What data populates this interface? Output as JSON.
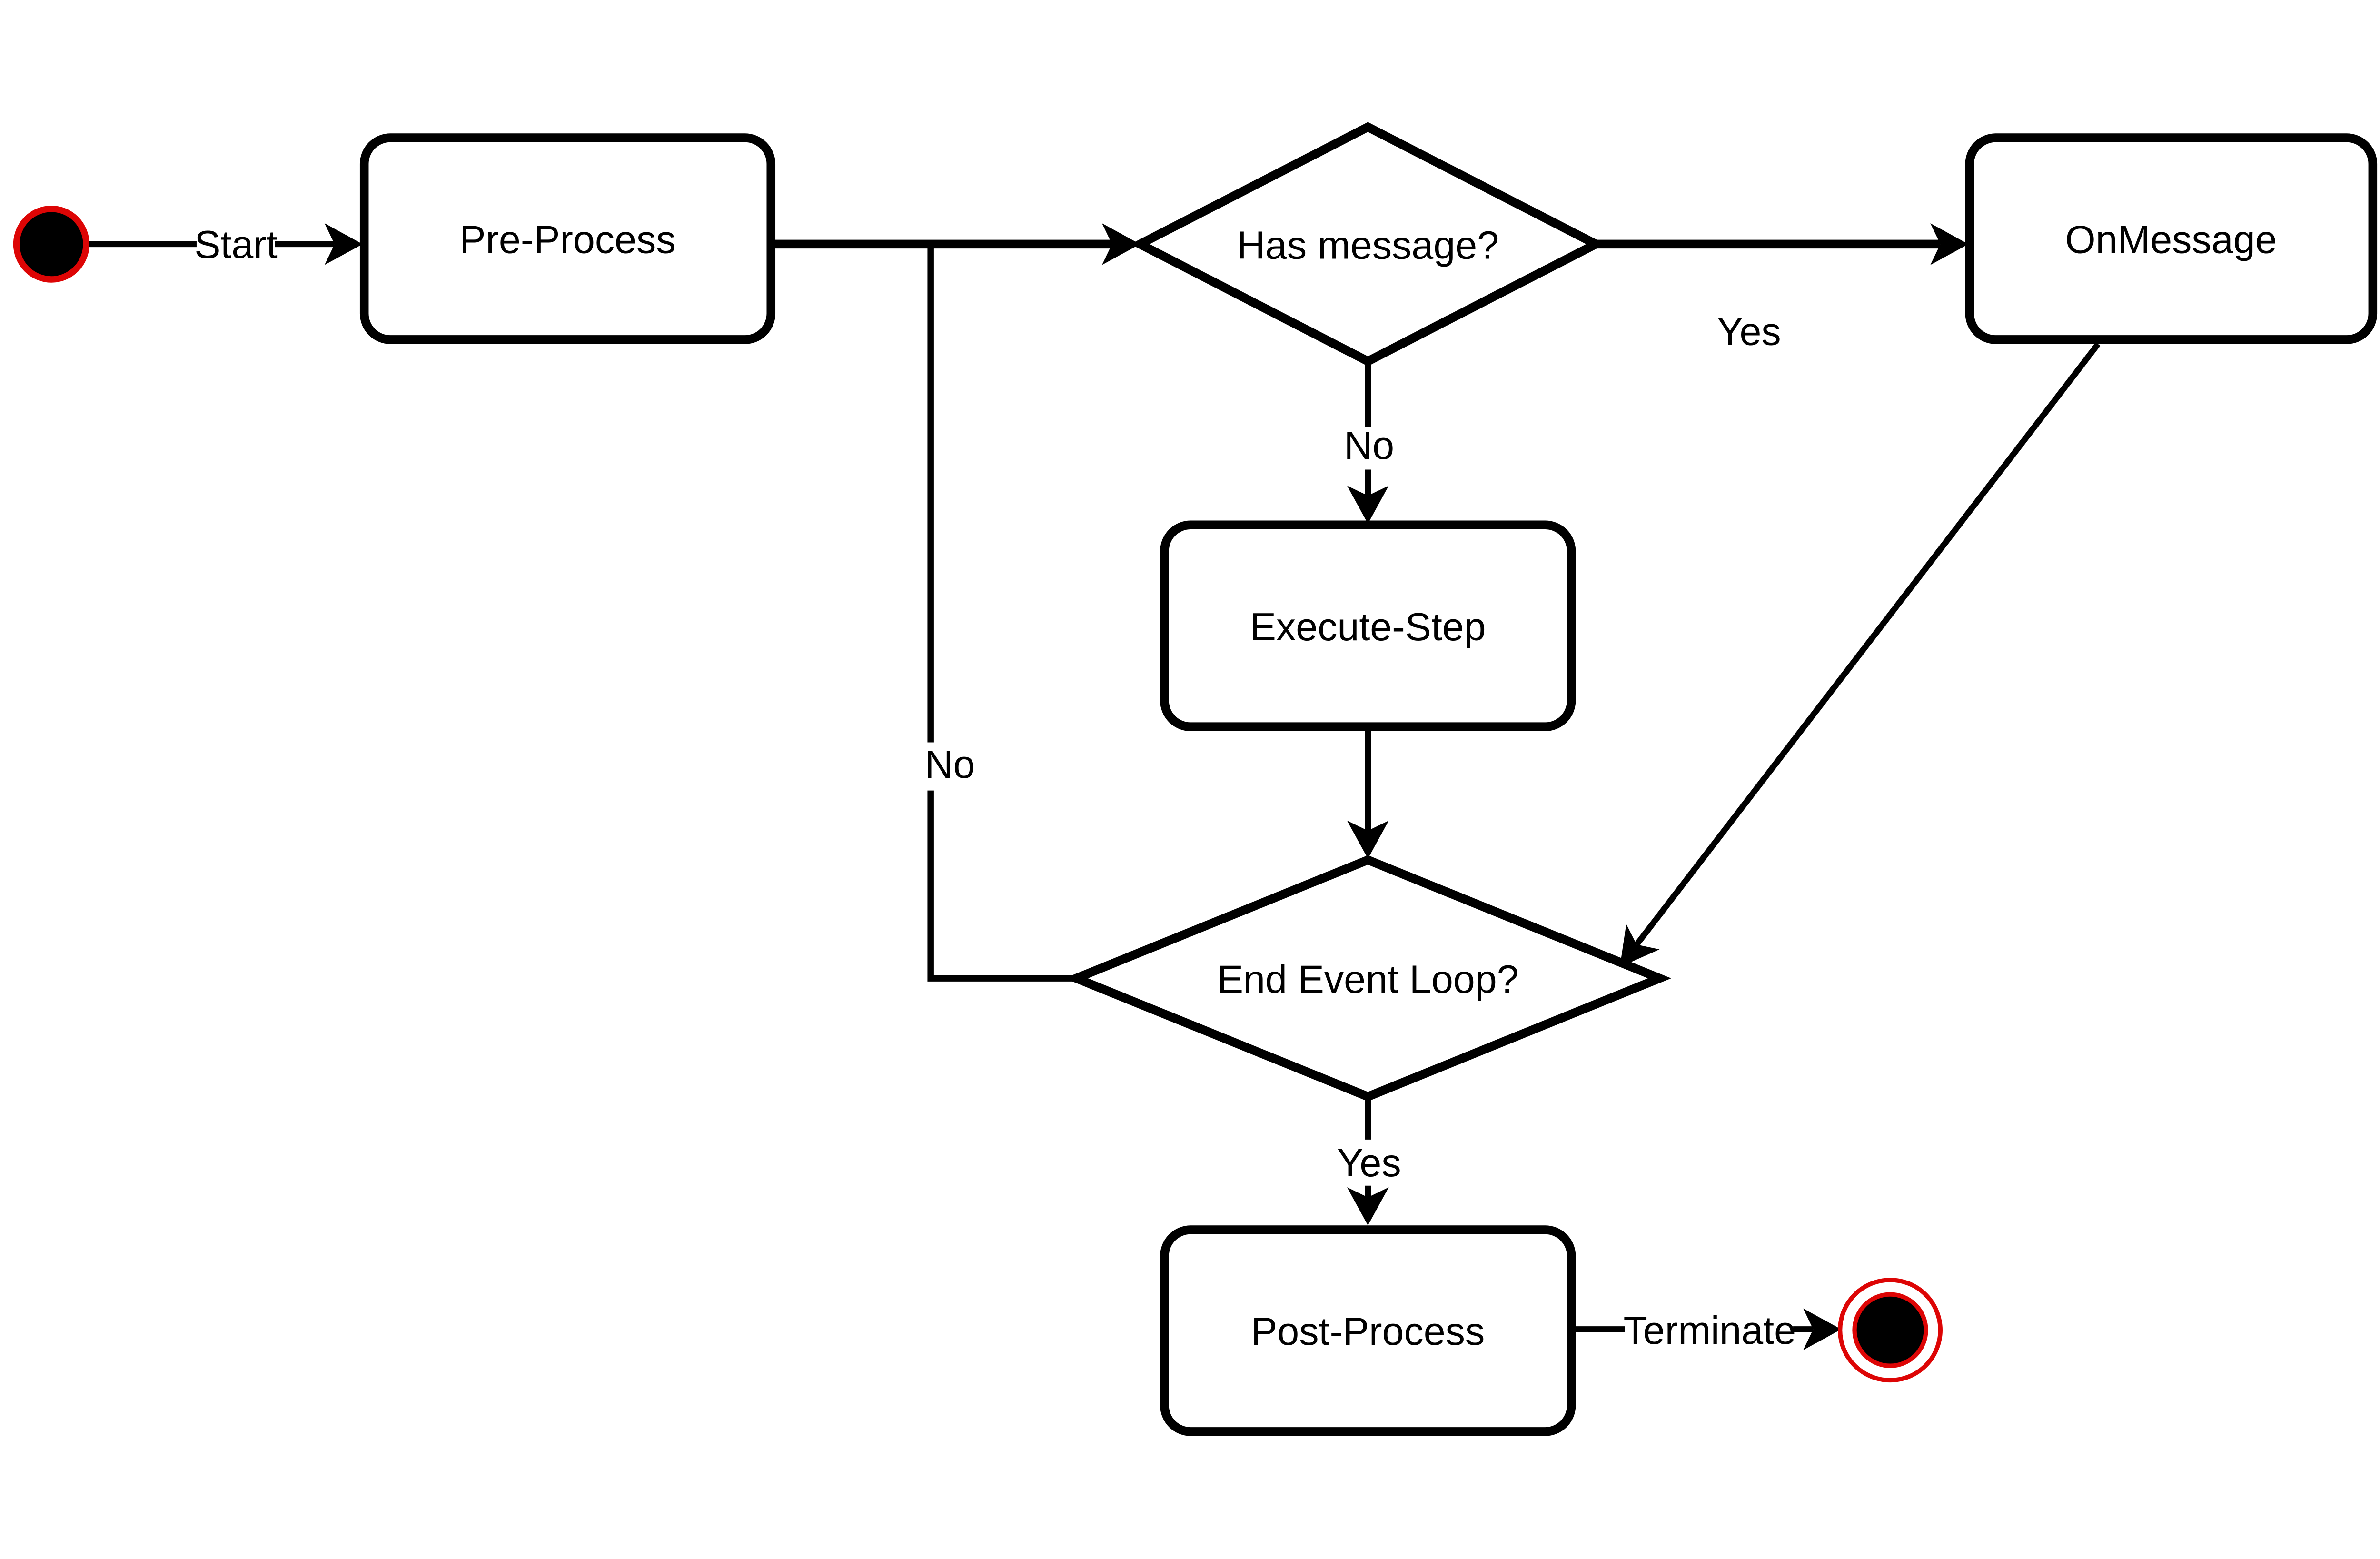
{
  "diagram": {
    "type": "uml-activity-flowchart",
    "background": "#ffffff",
    "colors": {
      "line": "#000000",
      "node_fill": "#ffffff",
      "accent": "#dd0505"
    },
    "nodes": {
      "start": {
        "kind": "initial-state",
        "label": ""
      },
      "pre_process": {
        "kind": "action",
        "label": "Pre-Process"
      },
      "has_message": {
        "kind": "decision",
        "label": "Has message?"
      },
      "on_message": {
        "kind": "action",
        "label": "OnMessage"
      },
      "execute_step": {
        "kind": "action",
        "label": "Execute-Step"
      },
      "end_event_loop": {
        "kind": "decision",
        "label": "End Event Loop?"
      },
      "post_process": {
        "kind": "action",
        "label": "Post-Process"
      },
      "end": {
        "kind": "final-state",
        "label": ""
      }
    },
    "edges": [
      {
        "from": "start",
        "to": "pre_process",
        "label": "Start"
      },
      {
        "from": "pre_process",
        "to": "has_message",
        "label": ""
      },
      {
        "from": "has_message",
        "to": "on_message",
        "label": "Yes"
      },
      {
        "from": "has_message",
        "to": "execute_step",
        "label": "No"
      },
      {
        "from": "execute_step",
        "to": "end_event_loop",
        "label": ""
      },
      {
        "from": "on_message",
        "to": "end_event_loop",
        "label": ""
      },
      {
        "from": "end_event_loop",
        "to": "main_flow_junction",
        "label": "No"
      },
      {
        "from": "end_event_loop",
        "to": "post_process",
        "label": "Yes"
      },
      {
        "from": "post_process",
        "to": "end",
        "label": "Terminate"
      }
    ]
  }
}
